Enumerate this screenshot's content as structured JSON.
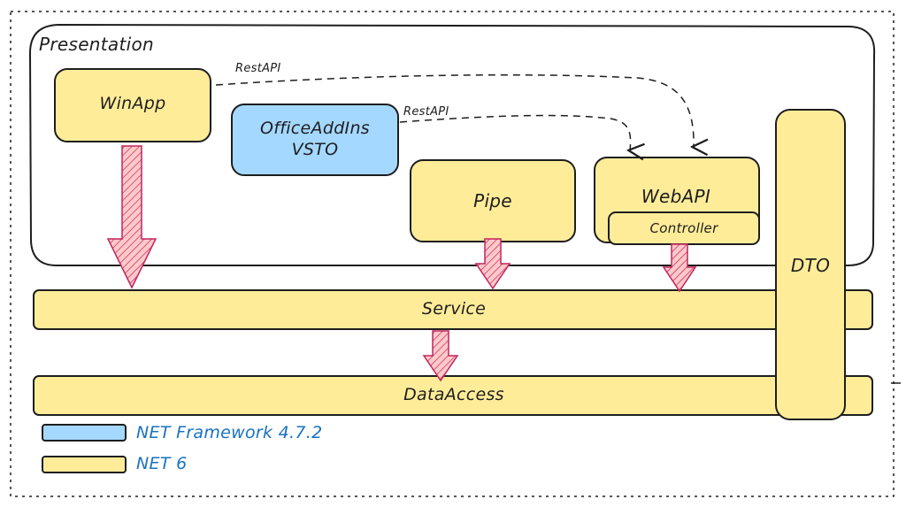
{
  "diagram": {
    "container_title": "Presentation",
    "nodes": {
      "winapp": "WinApp",
      "office": "OfficeAddIns\nVSTO",
      "pipe": "Pipe",
      "webapi": "WebAPI",
      "controller": "Controller",
      "dto": "DTO",
      "service": "Service",
      "data_access": "DataAccess"
    },
    "edges": {
      "winapp_to_webapi": "RestAPI",
      "office_to_webapi": "RestAPI"
    }
  },
  "legend": [
    {
      "color": "#a5d8ff",
      "label": "NET Framework 4.7.2"
    },
    {
      "color": "#ffec99",
      "label": "NET 6"
    }
  ],
  "colors": {
    "framework_fill": "#a5d8ff",
    "net6_fill": "#ffec99",
    "stroke": "#1e1e1e",
    "arrow_fill": "#ffc9c9",
    "arrow_stroke": "#c2255c",
    "legend_text": "#1971c2"
  }
}
